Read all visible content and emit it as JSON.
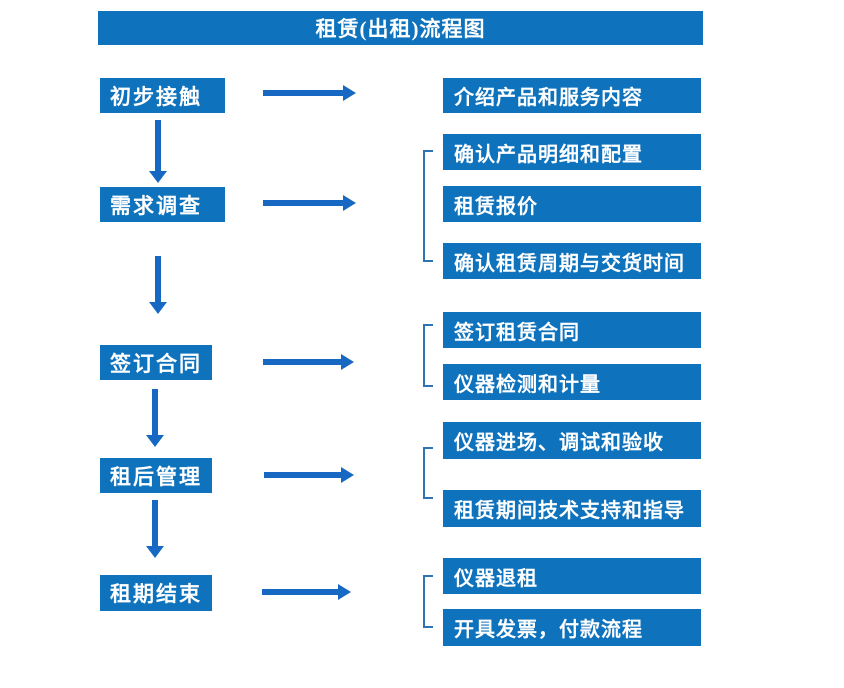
{
  "title": "租赁(出租)流程图",
  "colors": {
    "box_blue": "#0F72BC",
    "arrow_blue": "#1668C2",
    "bracket_blue": "#2E74B5",
    "text_white": "#FFFFFF"
  },
  "stages": [
    {
      "label": "初步接触",
      "details": [
        "介绍产品和服务内容"
      ]
    },
    {
      "label": "需求调查",
      "details": [
        "确认产品明细和配置",
        "租赁报价",
        "确认租赁周期与交货时间"
      ]
    },
    {
      "label": "签订合同",
      "details": [
        "签订租赁合同",
        "仪器检测和计量"
      ]
    },
    {
      "label": "租后管理",
      "details": [
        "仪器进场、调试和验收",
        "租赁期间技术支持和指导"
      ]
    },
    {
      "label": "租期结束",
      "details": [
        "仪器退租",
        "开具发票，付款流程"
      ]
    }
  ]
}
